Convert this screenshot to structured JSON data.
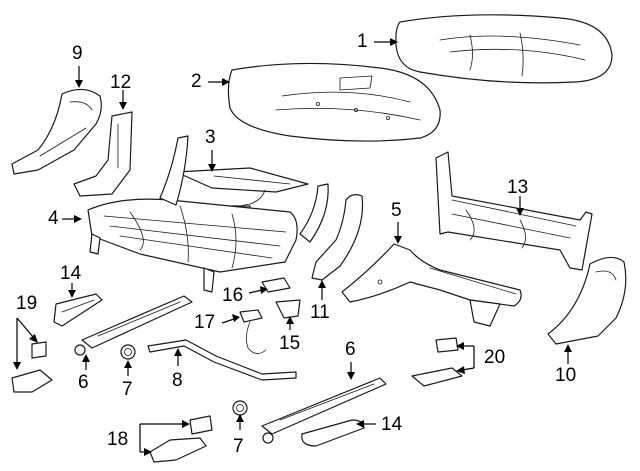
{
  "diagram": {
    "callouts": [
      {
        "id": "c1",
        "label": "1"
      },
      {
        "id": "c2",
        "label": "2"
      },
      {
        "id": "c3",
        "label": "3"
      },
      {
        "id": "c4",
        "label": "4"
      },
      {
        "id": "c5",
        "label": "5"
      },
      {
        "id": "c6a",
        "label": "6"
      },
      {
        "id": "c6b",
        "label": "6"
      },
      {
        "id": "c7a",
        "label": "7"
      },
      {
        "id": "c7b",
        "label": "7"
      },
      {
        "id": "c8",
        "label": "8"
      },
      {
        "id": "c9",
        "label": "9"
      },
      {
        "id": "c10",
        "label": "10"
      },
      {
        "id": "c11",
        "label": "11"
      },
      {
        "id": "c12",
        "label": "12"
      },
      {
        "id": "c13",
        "label": "13"
      },
      {
        "id": "c14a",
        "label": "14"
      },
      {
        "id": "c14b",
        "label": "14"
      },
      {
        "id": "c15",
        "label": "15"
      },
      {
        "id": "c16",
        "label": "16"
      },
      {
        "id": "c17",
        "label": "17"
      },
      {
        "id": "c18",
        "label": "18"
      },
      {
        "id": "c19",
        "label": "19"
      },
      {
        "id": "c20",
        "label": "20"
      }
    ]
  }
}
